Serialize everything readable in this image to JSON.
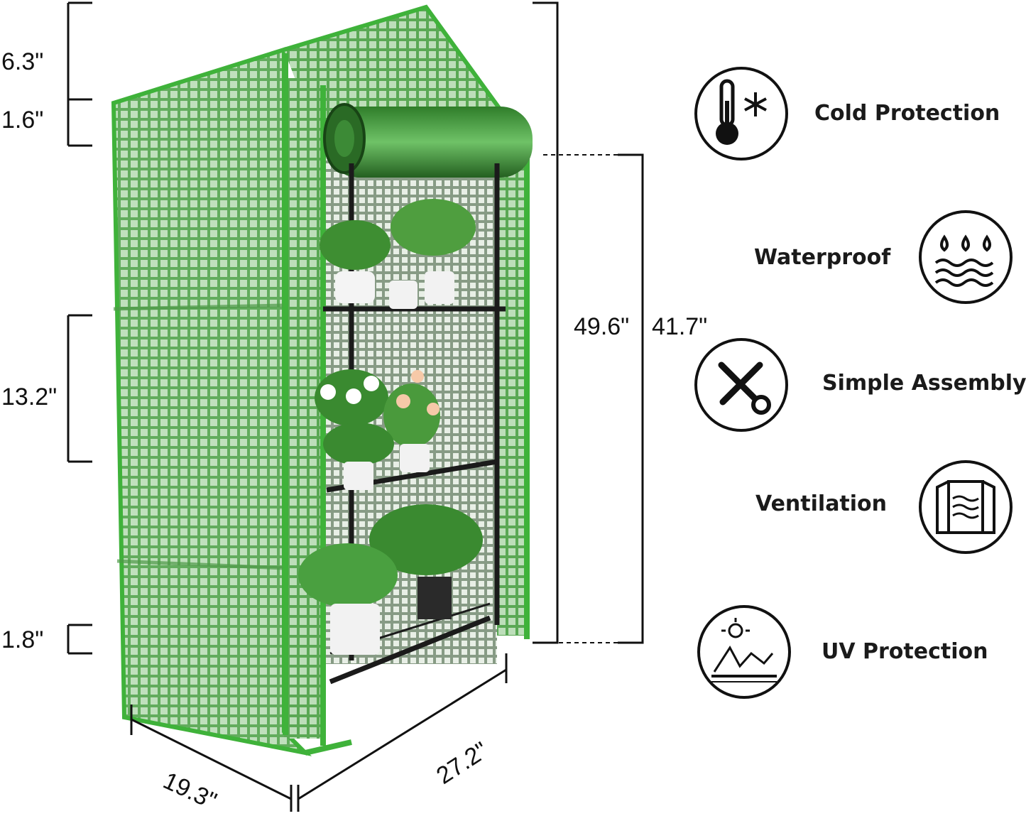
{
  "dimensions": {
    "roof_height": "6.3\"",
    "eave_height": "1.6\"",
    "shelf_spacing": "13.2\"",
    "bottom_clearance": "1.8\"",
    "total_height": "49.6\"",
    "wall_height": "41.7\"",
    "depth": "19.3\"",
    "width": "27.2\""
  },
  "features": [
    {
      "label": "Cold Protection",
      "icon": "thermometer-snowflake-icon"
    },
    {
      "label": "Waterproof",
      "icon": "water-drops-waves-icon"
    },
    {
      "label": "Simple Assembly",
      "icon": "wrench-screwdriver-icon"
    },
    {
      "label": "Ventilation",
      "icon": "open-window-icon"
    },
    {
      "label": "UV Protection",
      "icon": "sun-uv-icon"
    }
  ],
  "colors": {
    "cover_green": "#3f9a3a",
    "trim_green": "#3fb23a",
    "frame_black": "#1b1b1b"
  }
}
